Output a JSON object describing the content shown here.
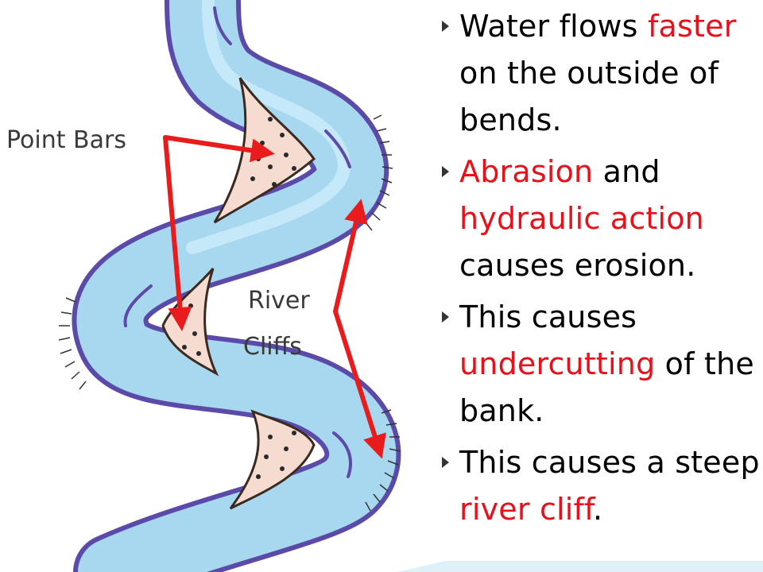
{
  "diagram": {
    "labels": {
      "point_bars": "Point Bars",
      "river_line1": "River",
      "river_line2": "Cliffs"
    },
    "colors": {
      "water": "#a8d8f0",
      "banks": "#5b4aa8",
      "point_bar_fill": "#f6dcd0",
      "arrow": "#e81c1c"
    }
  },
  "bullets": [
    {
      "parts": [
        {
          "t": "Water flows "
        },
        {
          "t": "faster",
          "hl": true
        },
        {
          "t": " on the outside of bends."
        }
      ]
    },
    {
      "parts": [
        {
          "t": "Abrasion",
          "hl": true
        },
        {
          "t": " and "
        },
        {
          "t": "hydraulic action",
          "hl": true
        },
        {
          "t": " causes erosion."
        }
      ]
    },
    {
      "parts": [
        {
          "t": "This causes "
        },
        {
          "t": "undercutting",
          "hl": true
        },
        {
          "t": " of the bank."
        }
      ]
    },
    {
      "parts": [
        {
          "t": "This causes a steep "
        },
        {
          "t": "river cliff",
          "hl": true
        },
        {
          "t": "."
        }
      ]
    }
  ],
  "theme": {
    "highlight_color": "#e8101a",
    "text_color": "#000000",
    "bullet_marker": "triangle-right"
  }
}
